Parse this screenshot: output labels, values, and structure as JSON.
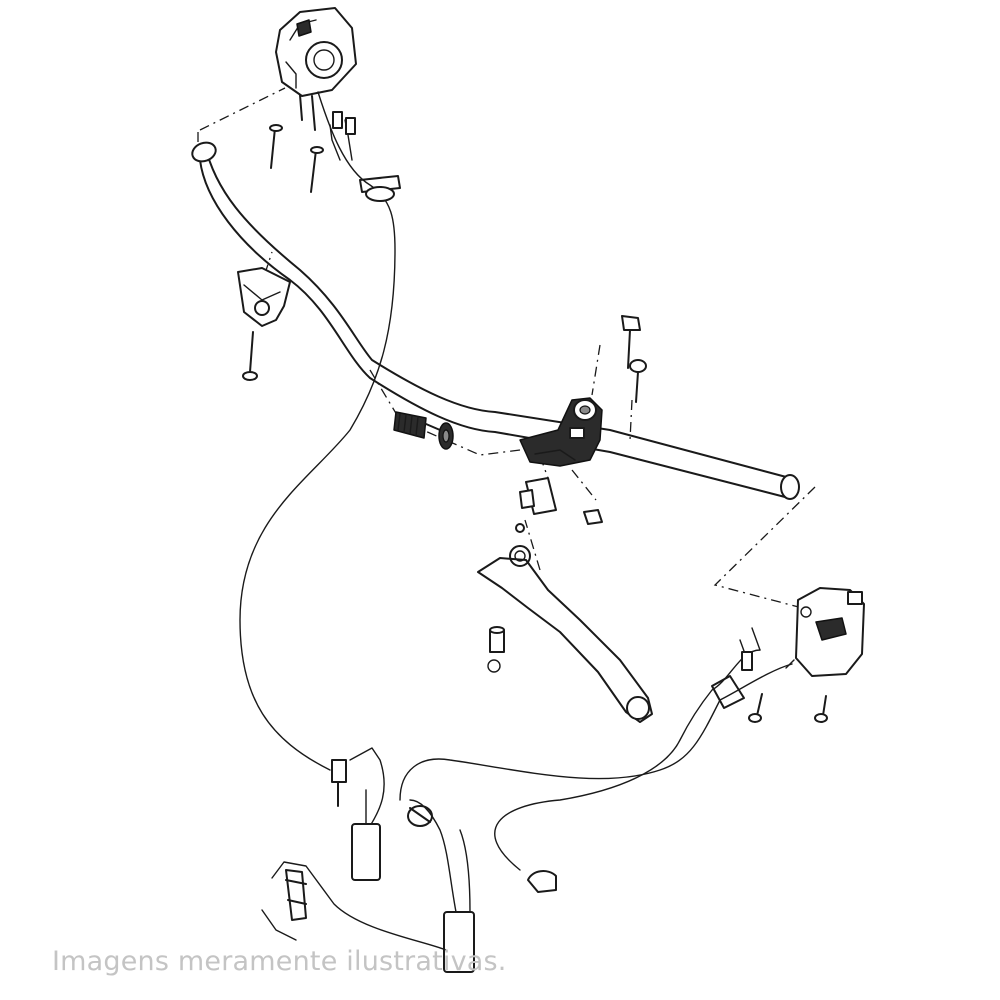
{
  "watermark": {
    "text": "Imagens meramente ilustrativas."
  },
  "parts": [
    "left-switch-housing",
    "handlebar",
    "handlebar-clamp",
    "clutch-lever-bracket",
    "adjuster-bolt",
    "lock-ring",
    "clutch-lever",
    "right-switch-housing",
    "wiring-harness",
    "cable-clamp",
    "connector-plugs",
    "screws"
  ],
  "colors": {
    "line": "#1a1a1a",
    "highlight": "#2b2b2b",
    "watermark": "#c4c4c4"
  }
}
